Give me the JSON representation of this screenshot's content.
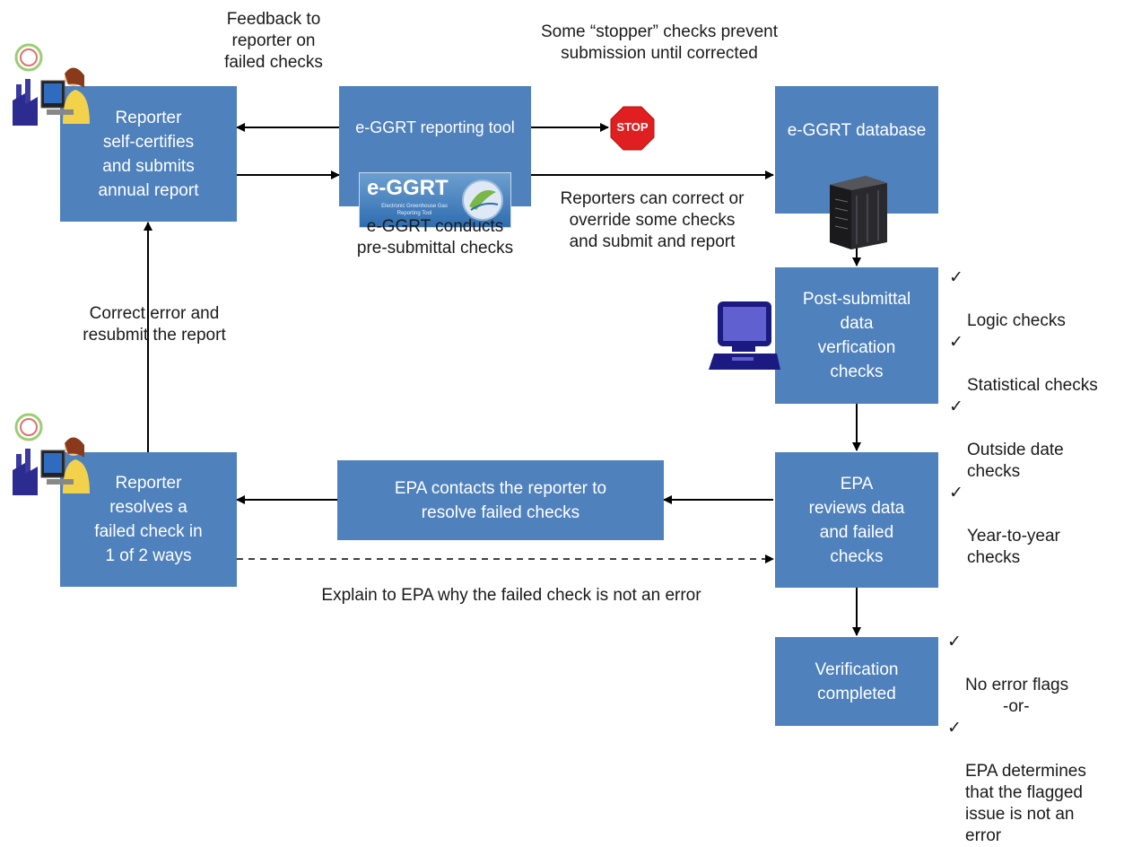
{
  "boxes": {
    "reporter_submit": "Reporter\nself-certifies\nand submits\nannual report",
    "tool_title": "e-GGRT reporting tool",
    "tool_logo_text": "e-GGRT",
    "tool_logo_subtext": "Electronic Greenhouse Gas\nReporting Tool",
    "database": "e-GGRT database",
    "post_submittal": "Post-submittal\ndata\nverfication\nchecks",
    "epa_reviews": "EPA\nreviews data\nand failed\nchecks",
    "epa_contacts": "EPA contacts the reporter to\nresolve failed checks",
    "reporter_resolves": "Reporter\nresolves a\nfailed check in\n1 of 2 ways",
    "verification": "Verification\ncompleted"
  },
  "labels": {
    "feedback": "Feedback to\nreporter on\nfailed checks",
    "stopper": "Some “stopper” checks prevent\nsubmission until corrected",
    "stop_sign": "STOP",
    "presubmittal": "e-GGRT conducts\npre-submittal checks",
    "reporters_correct": "Reporters can correct or\noverride some checks\nand submit and report",
    "correct_resubmit": "Correct error and\nresubmit the report",
    "explain": "Explain to EPA why the failed check is not an error"
  },
  "checks_post": [
    "Logic checks",
    "Statistical checks",
    "Outside date\nchecks",
    "Year-to-year\nchecks"
  ],
  "checks_verification": [
    "No error flags",
    "EPA determines\nthat the flagged\nissue is not an\nerror"
  ],
  "checks_or": "-or-",
  "check_mark": "✓",
  "colors": {
    "box_fill": "#4f81bd",
    "stop_red": "#e02020",
    "arrow": "#000000"
  },
  "icons": [
    "factory-worker-icon",
    "factory-worker-icon",
    "computer-icon",
    "server-icon",
    "stop-sign-icon",
    "egrt-logo-icon"
  ]
}
